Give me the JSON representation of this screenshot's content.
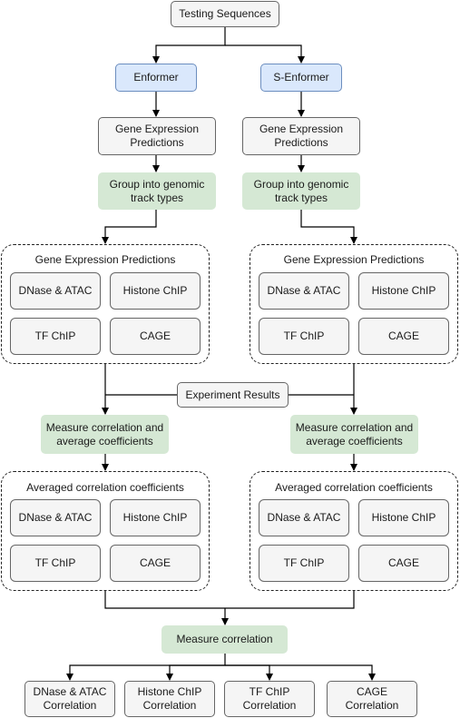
{
  "nodes": {
    "testing_sequences": "Testing Sequences",
    "enformer": "Enformer",
    "s_enformer": "S-Enformer",
    "gene_pred_left": "Gene Expression\nPredictions",
    "gene_pred_right": "Gene Expression\nPredictions",
    "group_left": "Group into genomic\ntrack types",
    "group_right": "Group into genomic\ntrack types",
    "experiment_results": "Experiment Results",
    "measure_left": "Measure correlation and\naverage coefficients",
    "measure_right": "Measure correlation and\naverage coefficients",
    "measure_correlation": "Measure correlation"
  },
  "prediction_groups": [
    {
      "title": "Gene Expression Predictions",
      "items": [
        "DNase & ATAC",
        "Histone ChIP",
        "TF ChIP",
        "CAGE"
      ]
    },
    {
      "title": "Gene Expression Predictions",
      "items": [
        "DNase & ATAC",
        "Histone ChIP",
        "TF ChIP",
        "CAGE"
      ]
    }
  ],
  "coefficient_groups": [
    {
      "title": "Averaged correlation coefficients",
      "items": [
        "DNase & ATAC",
        "Histone ChIP",
        "TF ChIP",
        "CAGE"
      ]
    },
    {
      "title": "Averaged correlation coefficients",
      "items": [
        "DNase & ATAC",
        "Histone ChIP",
        "TF ChIP",
        "CAGE"
      ]
    }
  ],
  "outputs": [
    "DNase & ATAC\nCorrelation",
    "Histone ChIP\nCorrelation",
    "TF ChIP\nCorrelation",
    "CAGE\nCorrelation"
  ],
  "colors": {
    "model_fill": "#dae8fc",
    "model_border": "#6c8ebf",
    "process_fill": "#d5e8d4",
    "box_fill": "#f5f5f5"
  }
}
